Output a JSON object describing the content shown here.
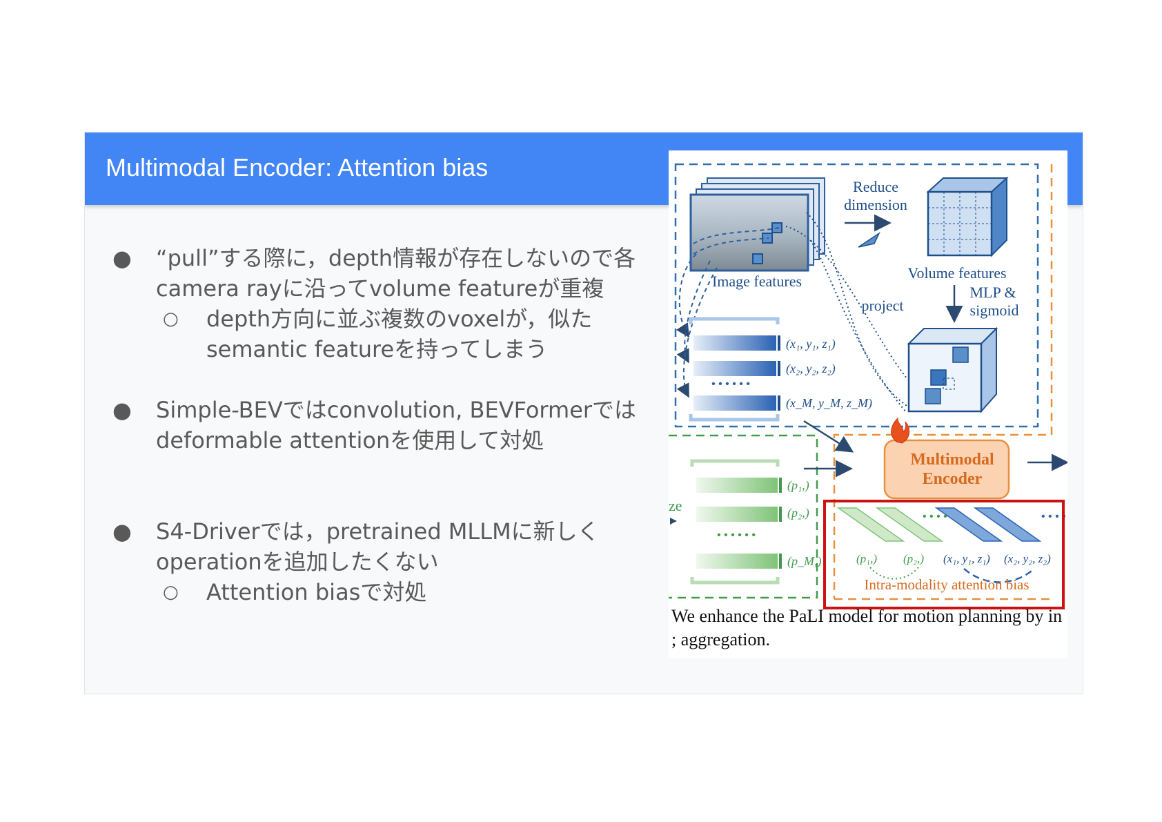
{
  "slide": {
    "title": "Multimodal Encoder: Attention bias",
    "bullets": [
      {
        "marker": "●",
        "lines": [
          "“pull”する際に，depth情報が存在しないので各",
          "camera rayに沿ってvolume featureが重複"
        ],
        "sub": [
          {
            "marker": "○",
            "lines": [
              "depth方向に並ぶ複数のvoxelが，似た",
              "semantic featureを持ってしまう"
            ]
          }
        ]
      },
      {
        "marker": "●",
        "lines": [
          "Simple-BEVではconvolution, BEVFormerでは",
          "deformable attentionを使用して対処"
        ],
        "sub": []
      },
      {
        "marker": "●",
        "lines": [
          "S4-Driverでは，pretrained MLLMに新しく",
          "operationを追加したくない"
        ],
        "sub": [
          {
            "marker": "○",
            "lines": [
              "Attention biasで対処"
            ]
          }
        ]
      }
    ]
  },
  "figure": {
    "labels": {
      "reduce_1": "Reduce",
      "reduce_2": "dimension",
      "volume_features": "Volume features",
      "mlp_1": "MLP &",
      "mlp_2": "sigmoid",
      "image_features": "Image features",
      "project": "project",
      "xyz1": "(x₁, y₁, z₁)",
      "xyz2": "(x₂, y₂, z₂)",
      "xyzM": "(x_M, y_M, z_M)",
      "dots": "• • •   • • •",
      "p1": "(p₁,)",
      "p2": "(p₂,)",
      "pM": "(p_M,)",
      "ze": "ze",
      "encoder_1": "Multimodal",
      "encoder_2": "Encoder",
      "row_p1": "(p₁,)",
      "row_p2": "(p₂,)",
      "row_xyz1": "(x₁, y₁, z₁)",
      "row_xyz2": "(x₂, y₂, z₂)",
      "attention_bias": "Intra-modality attention bias"
    },
    "caption": [
      "We enhance the PaLI model for motion planning by in",
      "; aggregation."
    ],
    "colors": {
      "blue_dash": "#2f6fae",
      "orange_dash": "#e8903a",
      "green_dash": "#3f9b4a",
      "encoder_fill": "#fbd3b2",
      "encoder_text": "#d66a1e",
      "highlight_box": "#cc1111"
    }
  }
}
